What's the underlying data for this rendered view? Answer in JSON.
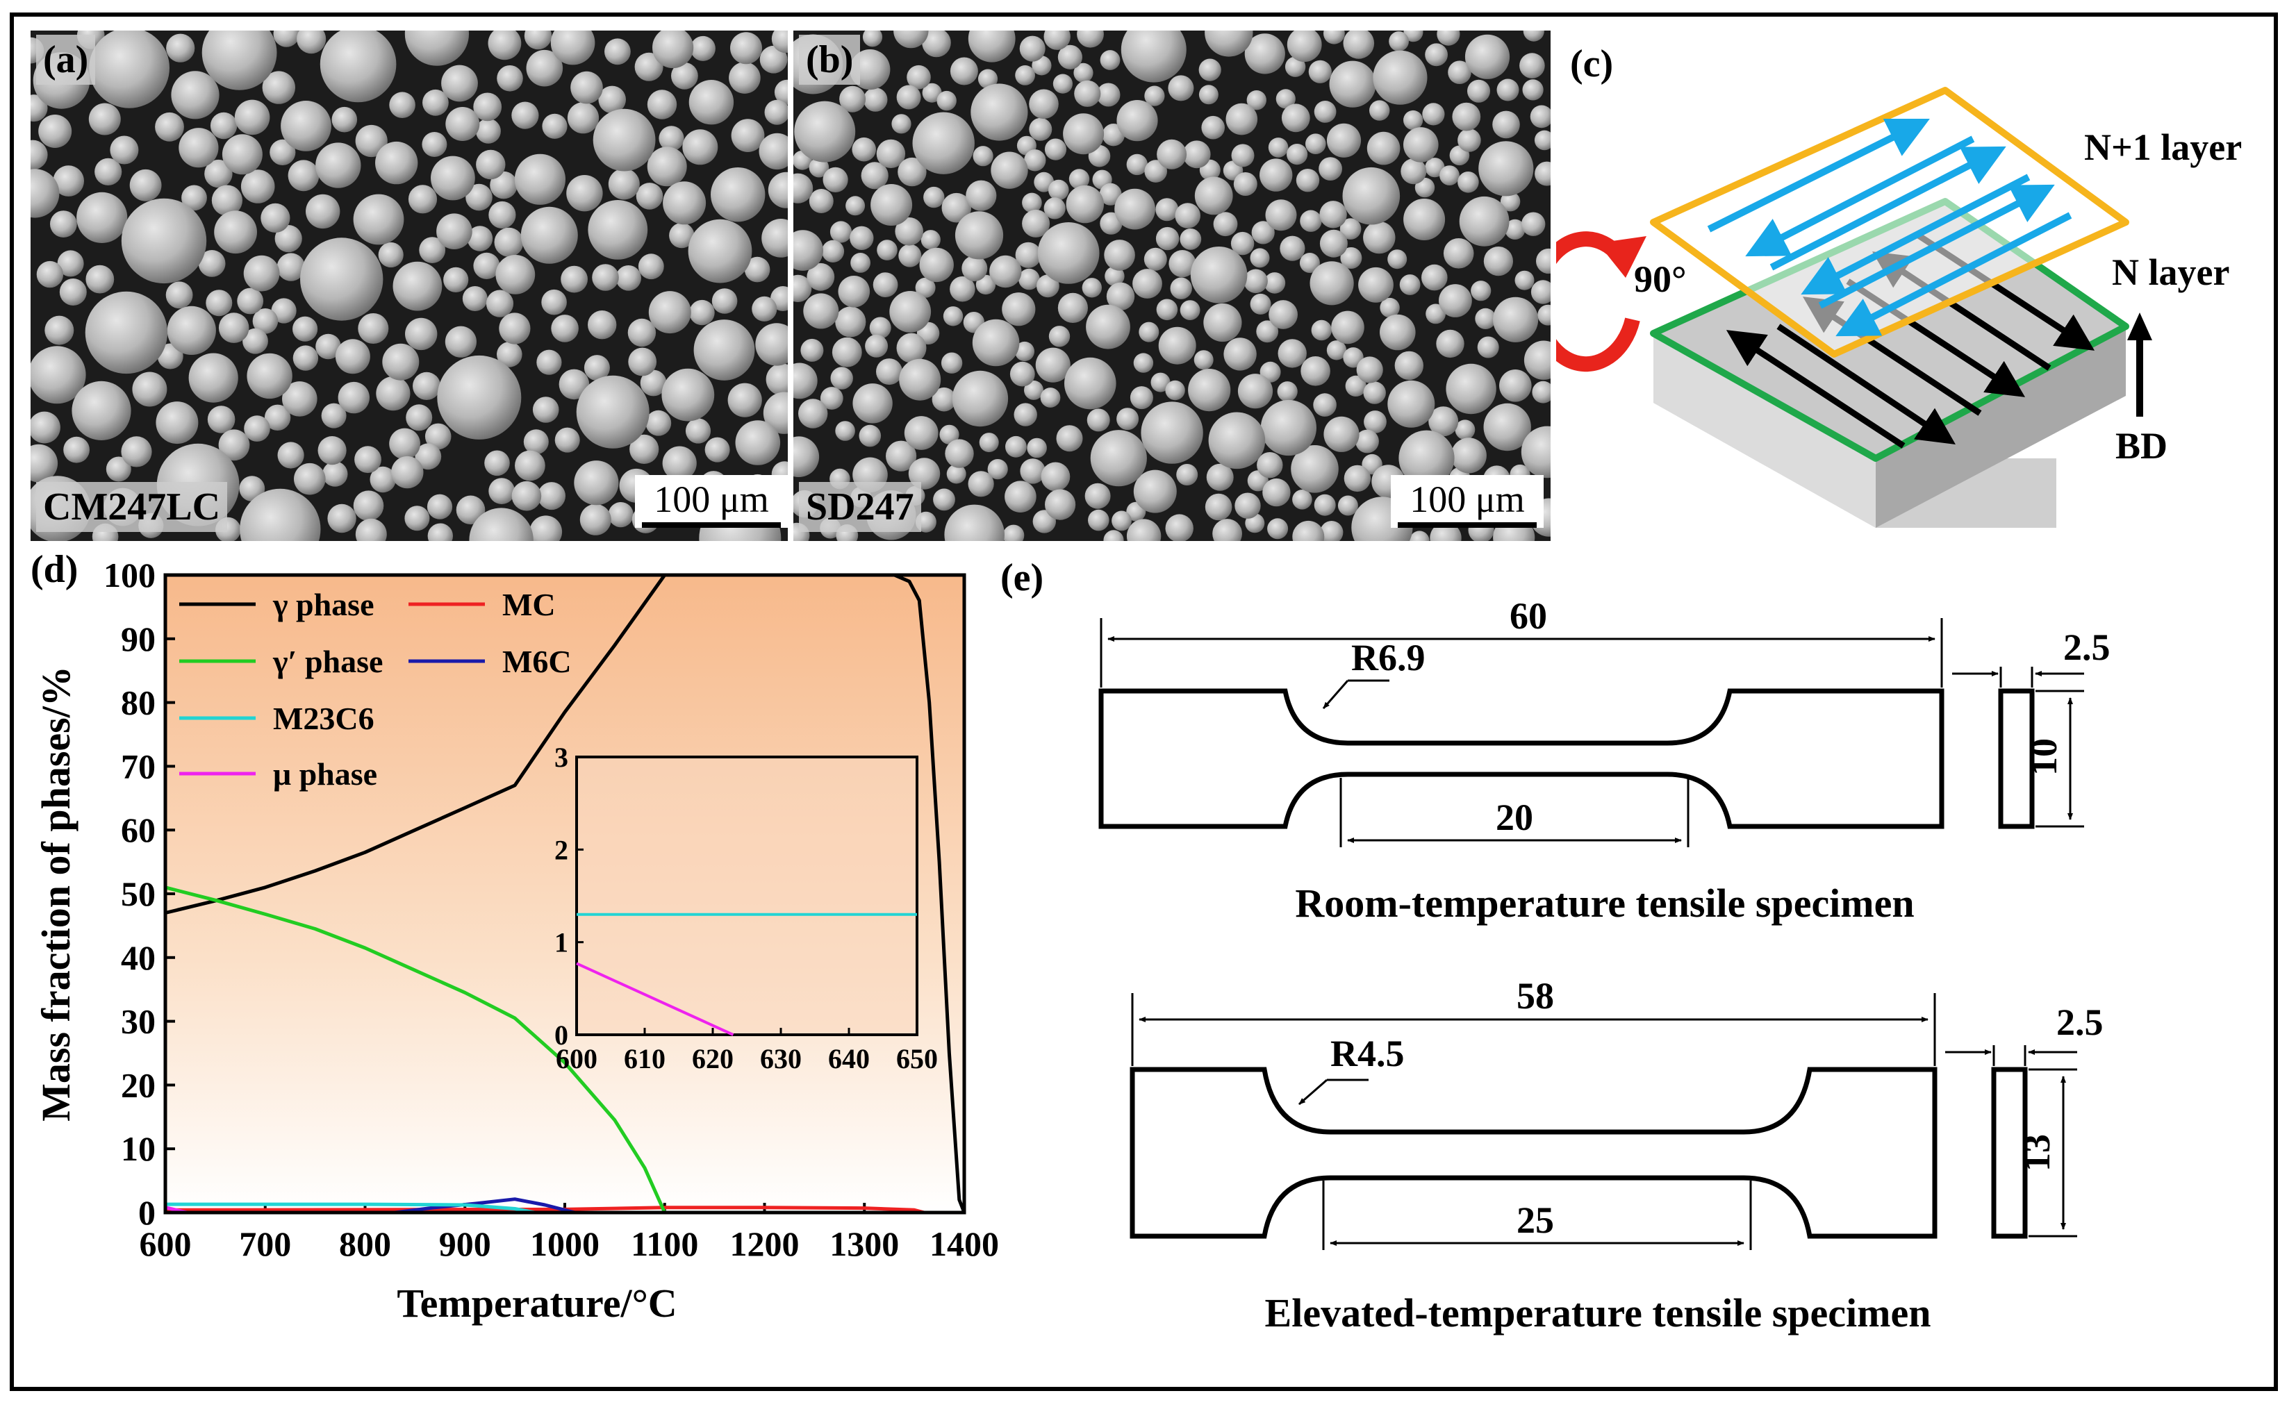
{
  "panels": {
    "a": {
      "label": "(a)",
      "material": "CM247LC",
      "scale": "100 μm"
    },
    "b": {
      "label": "(b)",
      "material": "SD247",
      "scale": "100 μm"
    },
    "c": {
      "label": "(c)",
      "rotation": "90°",
      "top_layer": "N+1 layer",
      "bottom_layer": "N layer",
      "build_direction": "BD"
    },
    "d": {
      "label": "(d)"
    },
    "e": {
      "label": "(e)",
      "room": {
        "title": "Room-temperature tensile specimen",
        "length": "60",
        "radius": "R6.9",
        "gauge": "20",
        "width": "10",
        "thickness": "2.5"
      },
      "elevated": {
        "title": "Elevated-temperature tensile specimen",
        "length": "58",
        "radius": "R4.5",
        "gauge": "25",
        "width": "13",
        "thickness": "2.5"
      }
    }
  },
  "colors": {
    "gamma": "#000000",
    "gamma_prime": "#22cc22",
    "m23c6": "#22d4d4",
    "mu": "#ee22ee",
    "mc": "#ee2222",
    "m6c": "#1a1aaa",
    "yellow_layer": "#f6b41c",
    "green_layer": "#1fa84a",
    "blue_arrow": "#18a8e8",
    "red_arrow": "#e8241c"
  },
  "chart_data": [
    {
      "type": "line",
      "xlabel": "Temperature/°C",
      "ylabel": "Mass fraction of phases/%",
      "xlim": [
        600,
        1400
      ],
      "ylim": [
        0,
        100
      ],
      "xticks": [
        600,
        700,
        800,
        900,
        1000,
        1100,
        1200,
        1300,
        1400
      ],
      "yticks": [
        0,
        10,
        20,
        30,
        40,
        50,
        60,
        70,
        80,
        90,
        100
      ],
      "background": "gradient peach",
      "legend_position": "top-left",
      "series": [
        {
          "name": "γ phase",
          "color": "#000000",
          "x": [
            600,
            650,
            700,
            750,
            800,
            850,
            900,
            950,
            1000,
            1050,
            1100,
            1150,
            1200,
            1250,
            1300,
            1330,
            1345,
            1355,
            1365,
            1375,
            1385,
            1395,
            1400
          ],
          "y": [
            47,
            48.9,
            51,
            53.6,
            56.5,
            60,
            63.5,
            67,
            78.5,
            89,
            100,
            100,
            100,
            100,
            100,
            100,
            99,
            96,
            80,
            55,
            25,
            2,
            0
          ]
        },
        {
          "name": "MC",
          "color": "#ee2222",
          "x": [
            600,
            1000,
            1100,
            1200,
            1300,
            1350,
            1360
          ],
          "y": [
            0.4,
            0.5,
            0.8,
            0.8,
            0.7,
            0.4,
            0
          ]
        },
        {
          "name": "γ′ phase",
          "color": "#22cc22",
          "x": [
            600,
            650,
            700,
            750,
            800,
            850,
            900,
            950,
            1000,
            1050,
            1080,
            1100
          ],
          "y": [
            51,
            49,
            46.8,
            44.5,
            41.5,
            38,
            34.5,
            30.5,
            23.5,
            14.5,
            7,
            0
          ]
        },
        {
          "name": "M6C",
          "color": "#1a1aaa",
          "x": [
            830,
            870,
            910,
            950,
            980,
            1010
          ],
          "y": [
            0,
            0.8,
            1.4,
            2.1,
            1.2,
            0
          ]
        },
        {
          "name": "M23C6",
          "color": "#22d4d4",
          "x": [
            600,
            700,
            800,
            900,
            950,
            970
          ],
          "y": [
            1.3,
            1.3,
            1.3,
            1.2,
            0.6,
            0
          ]
        },
        {
          "name": "μ phase",
          "color": "#ee22ee",
          "x": [
            600,
            622
          ],
          "y": [
            0.8,
            0
          ]
        }
      ]
    },
    {
      "type": "line",
      "inset": true,
      "xlim": [
        600,
        650
      ],
      "ylim": [
        0,
        3
      ],
      "xticks": [
        600,
        610,
        620,
        630,
        640,
        650
      ],
      "yticks": [
        0,
        1,
        2,
        3
      ],
      "series": [
        {
          "name": "M23C6",
          "color": "#22d4d4",
          "x": [
            600,
            650
          ],
          "y": [
            1.3,
            1.3
          ]
        },
        {
          "name": "μ phase",
          "color": "#ee22ee",
          "x": [
            600,
            623
          ],
          "y": [
            0.77,
            0
          ]
        }
      ]
    }
  ]
}
